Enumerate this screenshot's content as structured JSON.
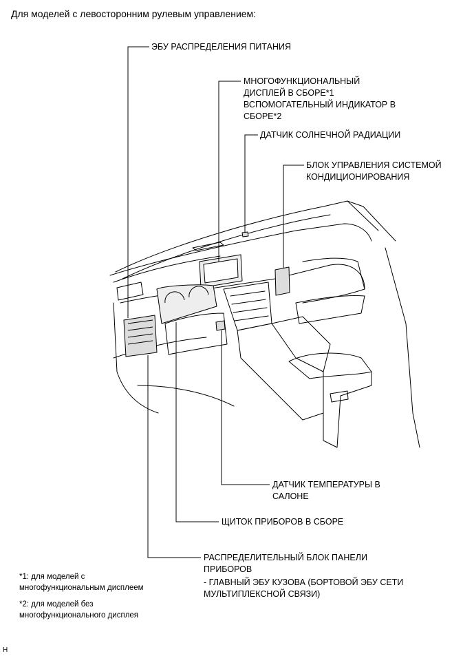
{
  "heading": "Для моделей с левосторонним рулевым управлением:",
  "callouts": {
    "power_dist_ecu": "ЭБУ РАСПРЕДЕЛЕНИЯ ПИТАНИЯ",
    "multi_display": [
      "МНОГОФУНКЦИОНАЛЬНЫЙ",
      "ДИСПЛЕЙ В СБОРЕ*1",
      "ВСПОМОГАТЕЛЬНЫЙ ИНДИКАТОР В",
      "СБОРЕ*2"
    ],
    "solar_sensor": "ДАТЧИК СОЛНЕЧНОЙ РАДИАЦИИ",
    "ac_control": [
      "БЛОК УПРАВЛЕНИЯ СИСТЕМОЙ",
      "КОНДИЦИОНИРОВАНИЯ"
    ],
    "cabin_temp_sensor": [
      "ДАТЧИК ТЕМПЕРАТУРЫ В",
      "САЛОНЕ"
    ],
    "instrument_cluster": "ЩИТОК ПРИБОРОВ В СБОРЕ",
    "junction_block": [
      "РАСПРЕДЕЛИТЕЛЬНЫЙ БЛОК ПАНЕЛИ",
      "ПРИБОРОВ"
    ],
    "main_body_ecu": [
      "- ГЛАВНЫЙ ЭБУ КУЗОВА (БОРТОВОЙ ЭБУ СЕТИ",
      "МУЛЬТИПЛЕКСНОЙ СВЯЗИ)"
    ]
  },
  "footnotes": {
    "note1": [
      "*1: для моделей с",
      "многофункциональным дисплеем"
    ],
    "note2": [
      "*2: для моделей без",
      "многофункционального дисплея"
    ]
  },
  "figure_code": "H",
  "colors": {
    "ink": "#000000",
    "paper": "#ffffff",
    "fill": "#dddddd"
  }
}
